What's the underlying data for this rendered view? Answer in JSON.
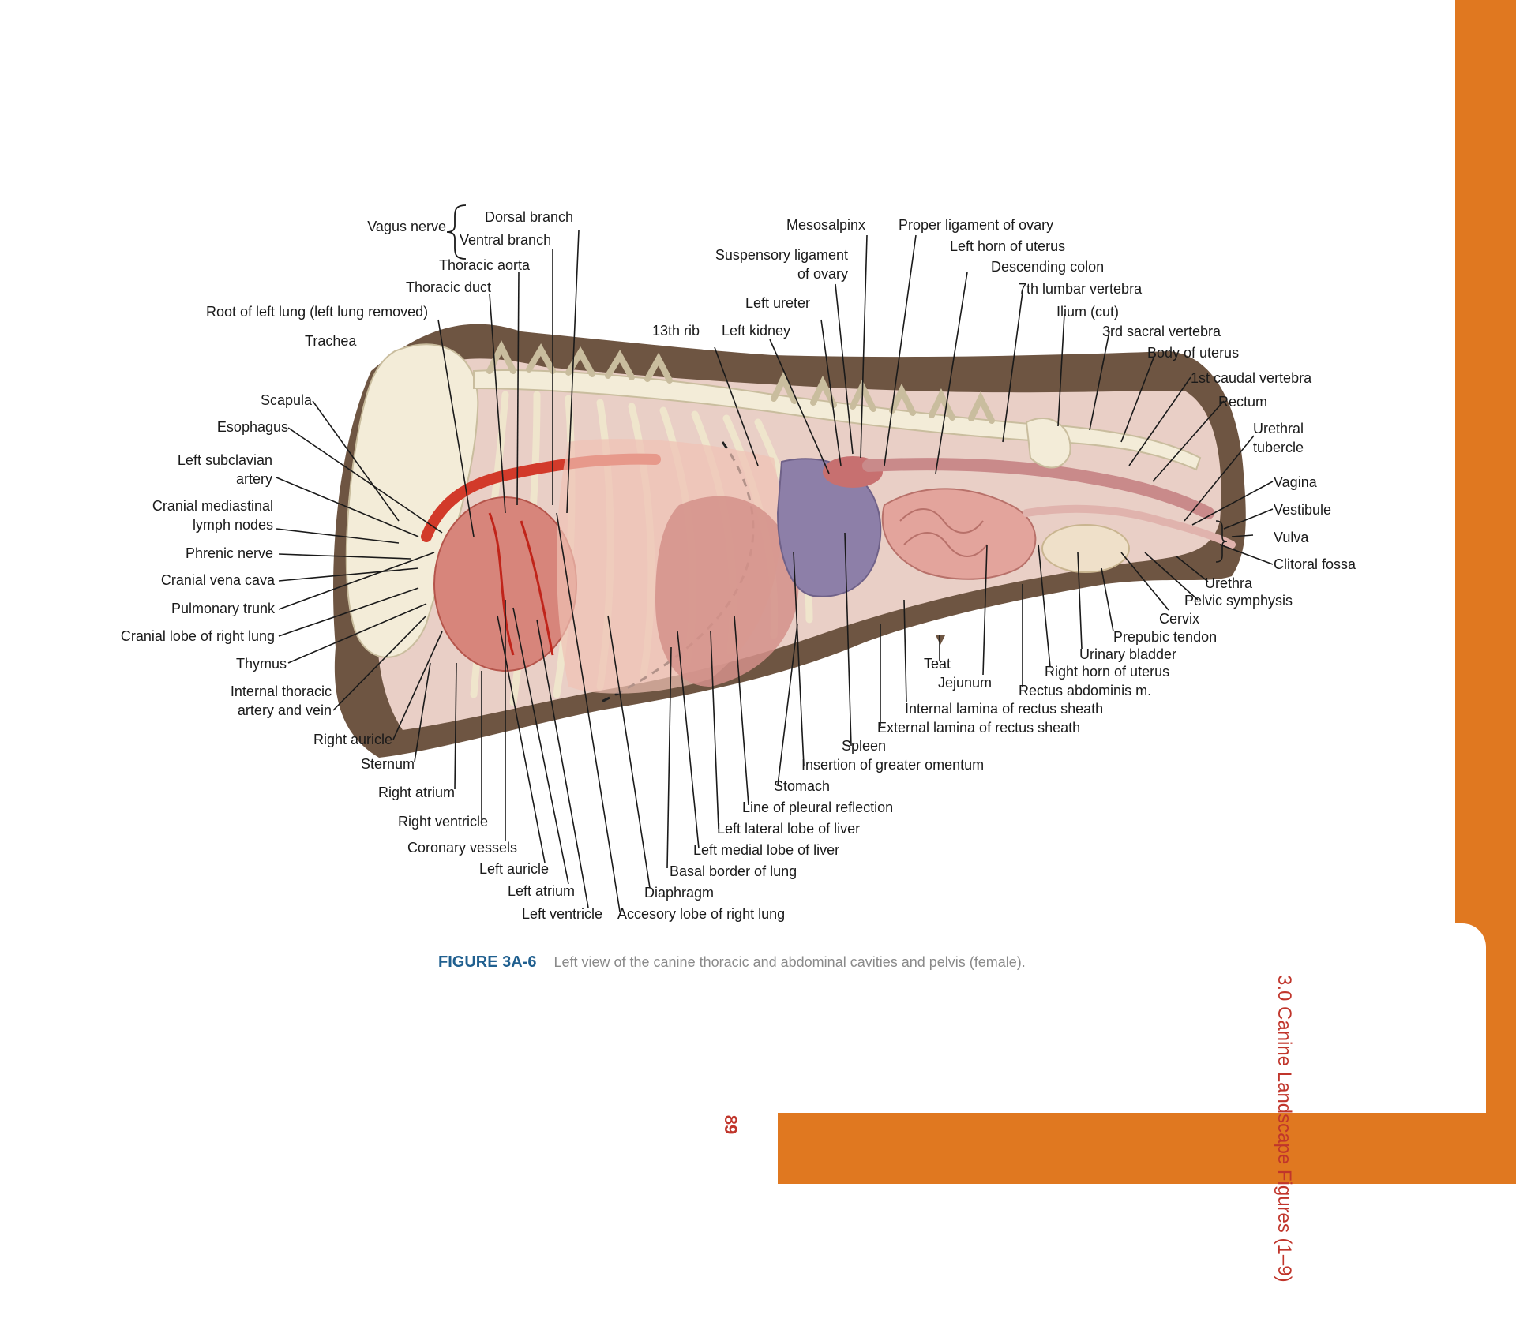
{
  "colors": {
    "accent": "#E07820",
    "figure_label": "#1F5F8F",
    "page_number": "#C0352B"
  },
  "sidebar": {
    "title": "3.0 Canine Landscape Figures (1–9)"
  },
  "page_number": "89",
  "figure": {
    "label": "FIGURE 3A-6",
    "caption": "Left view of the canine thoracic and abdominal cavities and pelvis (female)."
  },
  "labels": {
    "vagus_nerve": "Vagus nerve",
    "dorsal_branch": "Dorsal branch",
    "ventral_branch": "Ventral branch",
    "thoracic_aorta": "Thoracic aorta",
    "thoracic_duct": "Thoracic duct",
    "root_left_lung": "Root of left lung (left lung removed)",
    "trachea": "Trachea",
    "scapula": "Scapula",
    "esophagus": "Esophagus",
    "left_subclavian_1": "Left subclavian",
    "left_subclavian_2": "artery",
    "cranial_mediastinal_1": "Cranial mediastinal",
    "cranial_mediastinal_2": "lymph nodes",
    "phrenic_nerve": "Phrenic nerve",
    "cranial_vena_cava": "Cranial vena cava",
    "pulmonary_trunk": "Pulmonary trunk",
    "cranial_lobe": "Cranial lobe of right lung",
    "thymus": "Thymus",
    "internal_thoracic_1": "Internal thoracic",
    "internal_thoracic_2": "artery and vein",
    "right_auricle": "Right auricle",
    "sternum": "Sternum",
    "right_atrium": "Right atrium",
    "right_ventricle": "Right ventricle",
    "coronary_vessels": "Coronary vessels",
    "left_auricle": "Left auricle",
    "left_atrium": "Left atrium",
    "left_ventricle": "Left ventricle",
    "accesory_lobe": "Accesory lobe of right lung",
    "diaphragm": "Diaphragm",
    "basal_border": "Basal border of lung",
    "left_medial_lobe": "Left medial lobe of liver",
    "left_lateral_lobe": "Left lateral lobe of liver",
    "pleural_reflection": "Line of pleural reflection",
    "stomach": "Stomach",
    "greater_omentum": "Insertion of greater omentum",
    "spleen": "Spleen",
    "external_lamina": "External lamina of rectus sheath",
    "internal_lamina": "Internal lamina of rectus sheath",
    "rectus_abdominis": "Rectus abdominis m.",
    "teat": "Teat",
    "jejunum": "Jejunum",
    "right_horn": "Right horn of uterus",
    "urinary_bladder": "Urinary bladder",
    "prepubic_tendon": "Prepubic tendon",
    "cervix": "Cervix",
    "pelvic_symphysis": "Pelvic symphysis",
    "urethra": "Urethra",
    "clitoral_fossa": "Clitoral fossa",
    "vulva": "Vulva",
    "vestibule": "Vestibule",
    "vagina": "Vagina",
    "urethral_tubercle_1": "Urethral",
    "urethral_tubercle_2": "tubercle",
    "rectum": "Rectum",
    "first_caudal": "1st caudal vertebra",
    "body_uterus": "Body of uterus",
    "third_sacral": "3rd sacral vertebra",
    "ilium": "Ilium (cut)",
    "seventh_lumbar": "7th lumbar vertebra",
    "descending_colon": "Descending colon",
    "left_horn": "Left horn of uterus",
    "proper_ligament": "Proper ligament of ovary",
    "mesosalpinx": "Mesosalpinx",
    "suspensory_1": "Suspensory ligament",
    "suspensory_2": "of ovary",
    "left_ureter": "Left ureter",
    "left_kidney": "Left kidney",
    "thirteenth_rib": "13th rib"
  }
}
